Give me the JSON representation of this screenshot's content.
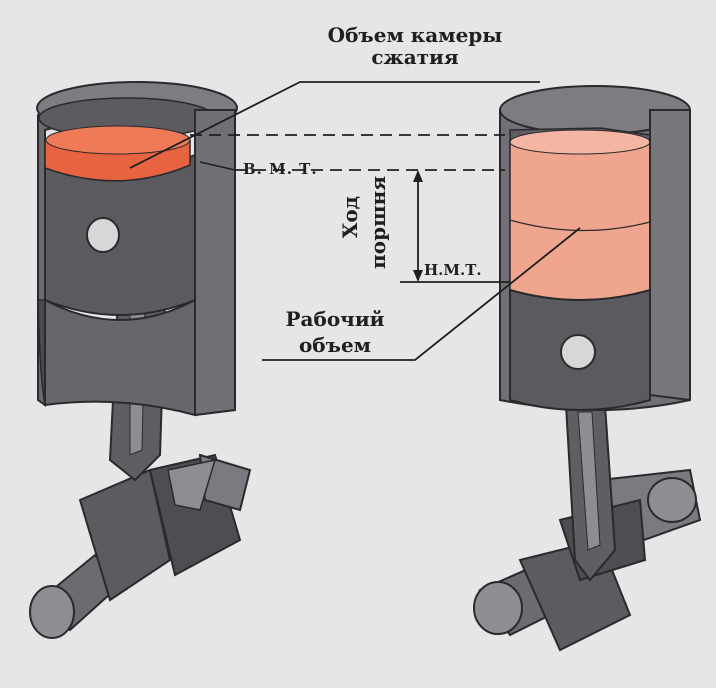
{
  "labels": {
    "compression_volume_line1": "Объем камеры",
    "compression_volume_line2": "сжатия",
    "tdc": "В. М. Т.",
    "bdc": "Н.М.Т.",
    "stroke_word1": "Ход",
    "stroke_word2": "поршня",
    "working_volume_line1": "Рабочий",
    "working_volume_line2": "объем"
  },
  "colors": {
    "background": "#e8e5e6",
    "metal_dark": "#4e4e52",
    "metal_mid": "#6b6b70",
    "metal_light": "#8d8d92",
    "chamber_red": "#e8633f",
    "working_pink": "#f0a58e",
    "ink": "#1f1f1f"
  }
}
